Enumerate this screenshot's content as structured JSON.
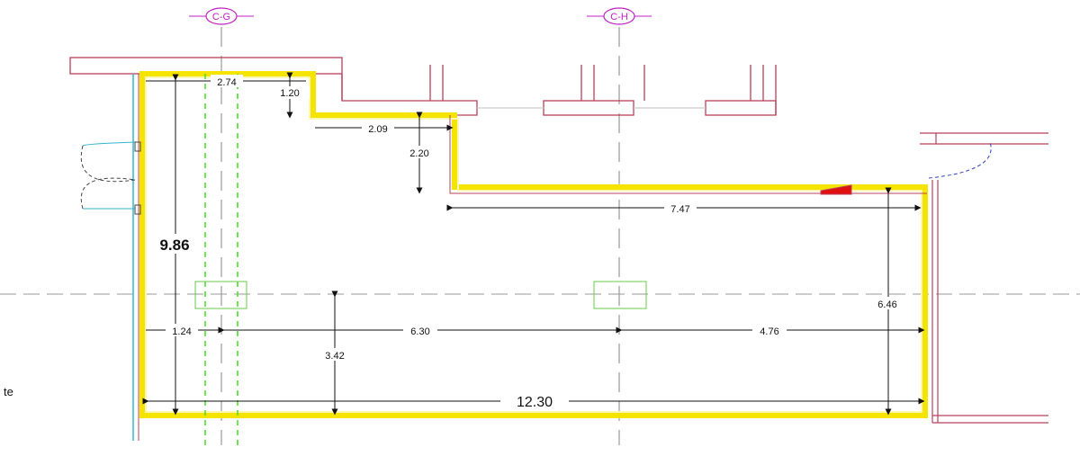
{
  "colors": {
    "wall_outline": "#b8405a",
    "insulation": "#f5e400",
    "insulation_fill": "#fff6b8",
    "grid_line": "#999999",
    "axis_tag": "#c020c0",
    "beam": "#44dd22",
    "opening": "#33b5d0",
    "door_swing": "#3040c0",
    "marker": "#e01010",
    "dimension": "#111111"
  },
  "axes": {
    "cg": "C-G",
    "ch": "C-H"
  },
  "dimensions": {
    "d_2_74": "2.74",
    "d_1_20": "1.20",
    "d_2_09": "2.09",
    "d_2_20": "2.20",
    "d_7_47": "7.47",
    "d_9_86": "9.86",
    "d_6_46": "6.46",
    "d_1_24": "1.24",
    "d_6_30": "6.30",
    "d_4_76": "4.76",
    "d_3_42": "3.42",
    "d_12_30": "12.30"
  },
  "side_text": "te"
}
